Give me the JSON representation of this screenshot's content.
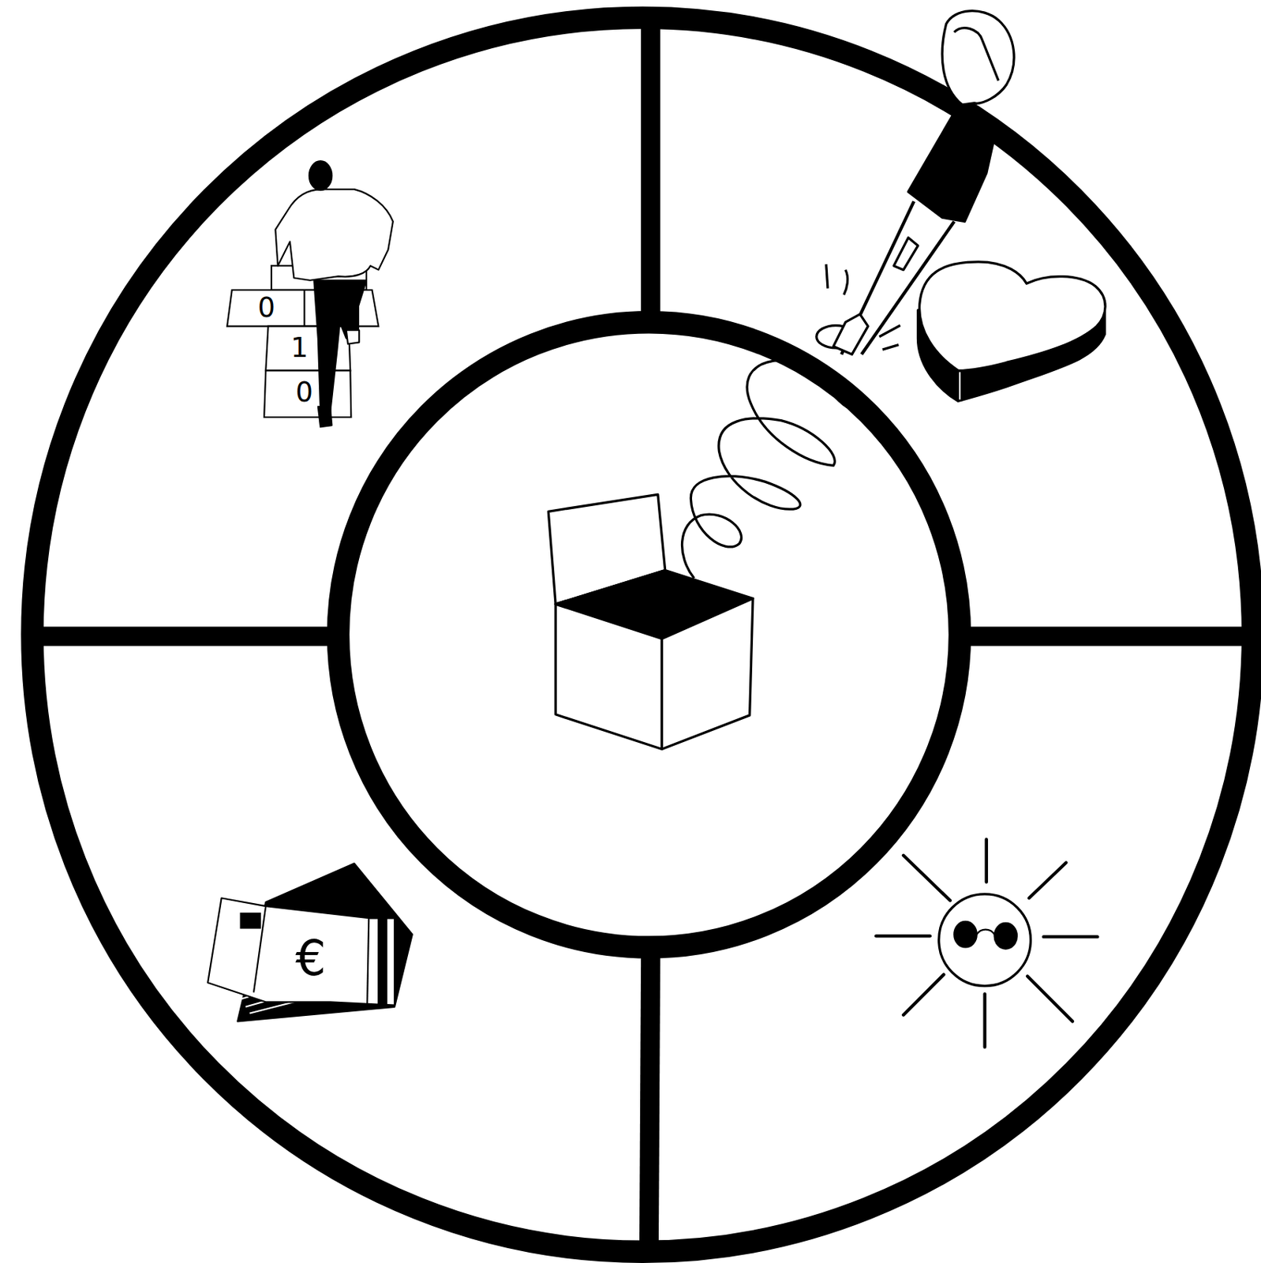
{
  "diagram": {
    "labels": [
      "0",
      "1",
      "0",
      "€"
    ]
  }
}
